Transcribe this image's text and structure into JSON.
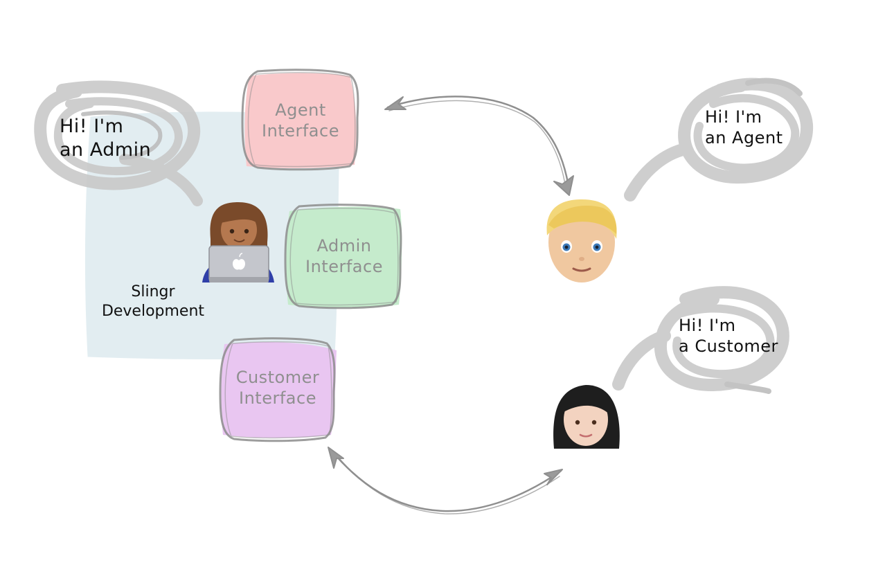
{
  "diagram": {
    "admin_bubble": {
      "line1": "Hi! I'm",
      "line2": "an Admin"
    },
    "agent_bubble": {
      "line1": "Hi! I'm",
      "line2": "an Agent"
    },
    "customer_bubble": {
      "line1": "Hi! I'm",
      "line2": "a Customer"
    },
    "agent_interface": {
      "line1": "Agent",
      "line2": "Interface"
    },
    "admin_interface": {
      "line1": "Admin",
      "line2": "Interface"
    },
    "customer_interface": {
      "line1": "Customer",
      "line2": "Interface"
    },
    "dev_region": {
      "line1": "Slingr",
      "line2": "Development"
    },
    "colors": {
      "dev_region": "#e2edf1",
      "agent_box": "#f9c9cb",
      "admin_box": "#c5ebcc",
      "customer_box": "#e9c6f1",
      "box_border": "#8c8c8c",
      "arrow": "#8f8f8f",
      "scribble": "#c9c9c9"
    },
    "icons": {
      "admin": "woman-technologist-icon",
      "agent": "blond-person-icon",
      "customer": "woman-icon"
    }
  }
}
